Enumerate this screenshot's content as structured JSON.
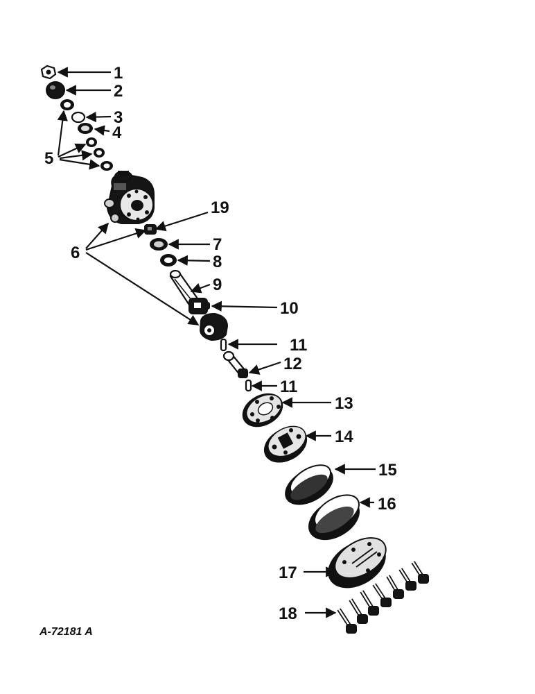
{
  "figure_id": "A-72181 A",
  "callouts": {
    "c1": "1",
    "c2": "2",
    "c3": "3",
    "c4": "4",
    "c5": "5",
    "c6": "6",
    "c7": "7",
    "c8": "8",
    "c9": "9",
    "c10": "10",
    "c11a": "11",
    "c11b": "11",
    "c12": "12",
    "c13": "13",
    "c14": "14",
    "c15": "15",
    "c16": "16",
    "c17": "17",
    "c18": "18",
    "c19": "19"
  },
  "colors": {
    "ink": "#111111",
    "paper": "#ffffff"
  }
}
